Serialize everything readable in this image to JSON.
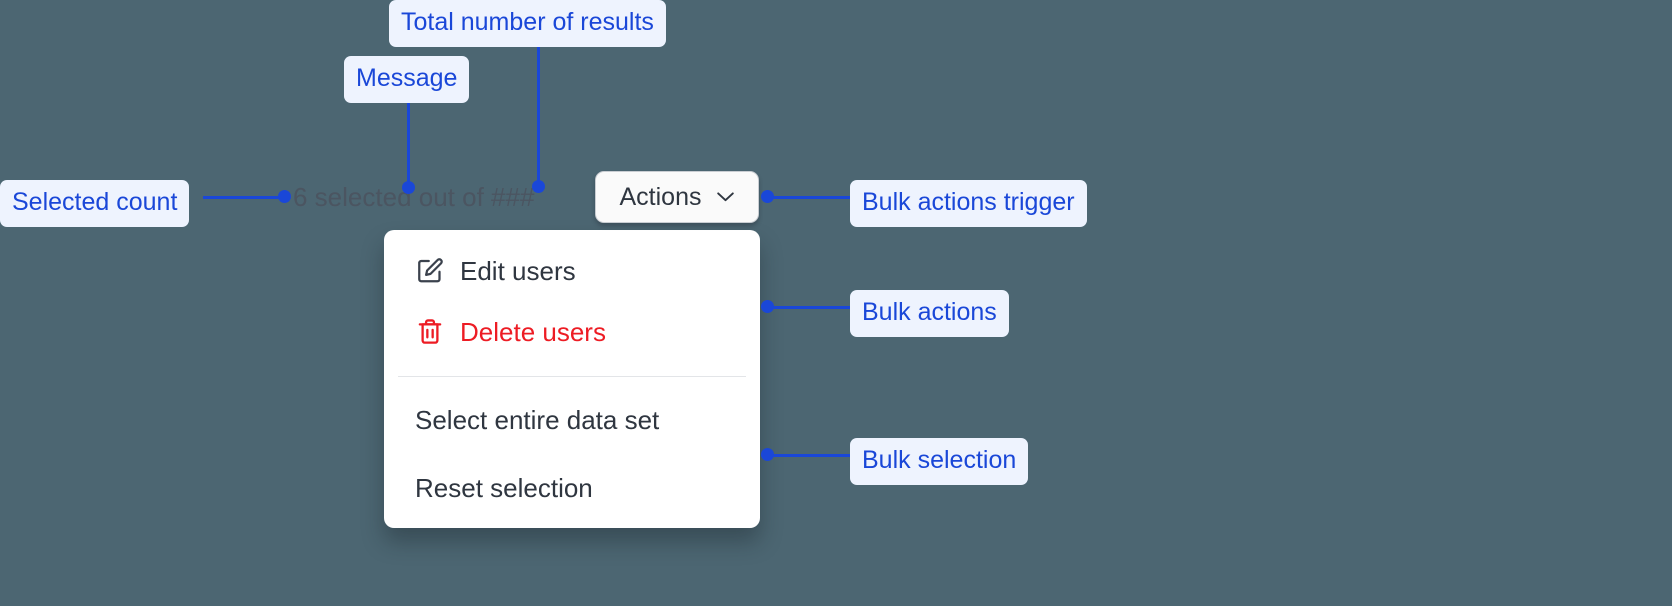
{
  "background_color": "#4c6672",
  "accent_color": "#1a47d8",
  "chip_bg_color": "#eef3fe",
  "danger_color": "#ed1c24",
  "toolbar": {
    "selected_count_message": "6 selected out of ###",
    "selected_number": "6",
    "total_results_placeholder": "###",
    "actions_button_label": "Actions",
    "chevron_icon": "chevron-down-icon"
  },
  "menu": {
    "groups": [
      {
        "name": "bulk-actions",
        "items": [
          {
            "label": "Edit users",
            "icon": "edit-pencil-icon",
            "danger": false
          },
          {
            "label": "Delete users",
            "icon": "trash-icon",
            "danger": true
          }
        ]
      },
      {
        "name": "bulk-selection",
        "items": [
          {
            "label": "Select entire data set",
            "icon": null,
            "danger": false
          },
          {
            "label": "Reset selection",
            "icon": null,
            "danger": false
          }
        ]
      }
    ]
  },
  "annotations": [
    {
      "id": "total-number-of-results",
      "label": "Total number of results"
    },
    {
      "id": "message",
      "label": "Message"
    },
    {
      "id": "selected-count",
      "label": "Selected count"
    },
    {
      "id": "bulk-actions-trigger",
      "label": "Bulk actions trigger"
    },
    {
      "id": "bulk-actions",
      "label": "Bulk actions"
    },
    {
      "id": "bulk-selection",
      "label": "Bulk selection"
    }
  ]
}
